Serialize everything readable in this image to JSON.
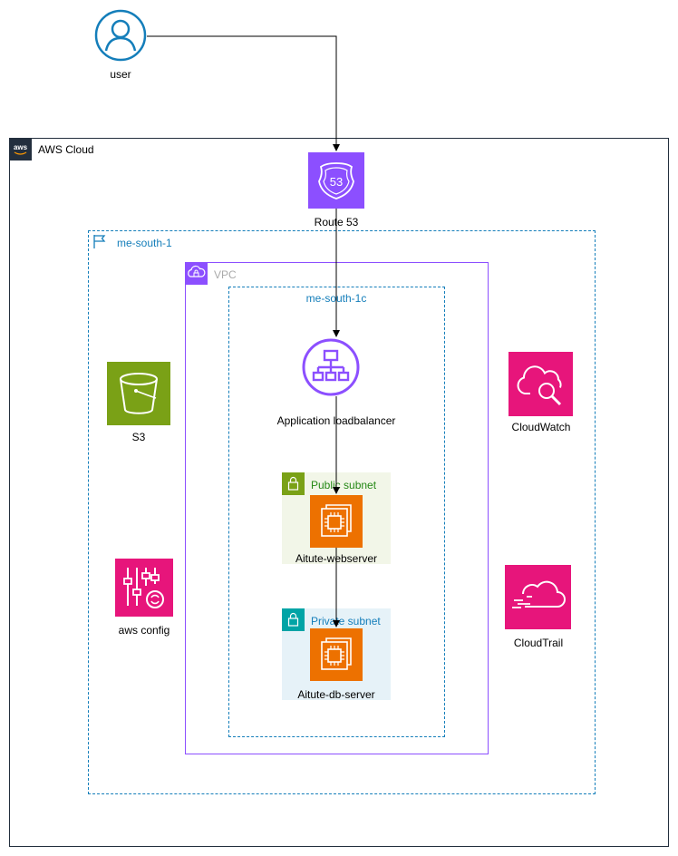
{
  "user": {
    "label": "user"
  },
  "aws_cloud": {
    "label": "AWS Cloud"
  },
  "route53": {
    "label": "Route 53",
    "icon": "route53-icon"
  },
  "region": {
    "label": "me-south-1",
    "color": "#147eba"
  },
  "vpc": {
    "label": "VPC",
    "color": "#8c4fff"
  },
  "az": {
    "label": "me-south-1c",
    "color": "#147eba"
  },
  "alb": {
    "label": "Application loadbalancer",
    "icon": "application-load-balancer-icon"
  },
  "public_subnet": {
    "label": "Public subnet",
    "color": "#248814"
  },
  "webserver": {
    "label": "Aitute-webserver",
    "icon": "ec2-instance-icon"
  },
  "private_subnet": {
    "label": "Private subnet",
    "color": "#147eba"
  },
  "db_server": {
    "label": "Aitute-db-server",
    "icon": "ec2-instance-icon"
  },
  "s3": {
    "label": "S3",
    "icon": "s3-bucket-icon"
  },
  "aws_config": {
    "label": "aws config",
    "icon": "aws-config-icon"
  },
  "cloudwatch": {
    "label": "CloudWatch",
    "icon": "cloudwatch-icon"
  },
  "cloudtrail": {
    "label": "CloudTrail",
    "icon": "cloudtrail-icon"
  },
  "colors": {
    "route53": "#8c4fff",
    "storage": "#7aa116",
    "management": "#e7157b",
    "compute": "#ed7100"
  }
}
